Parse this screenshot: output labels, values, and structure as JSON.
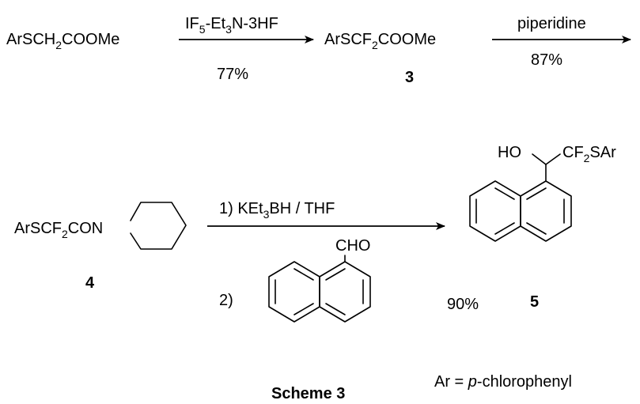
{
  "row1": {
    "start_pre": "ArSCH",
    "start_sub": "2",
    "start_post": "COOMe",
    "reagent_a": "IF",
    "reagent_a_sub": "5",
    "reagent_b": "-Et",
    "reagent_b_sub": "3",
    "reagent_c": "N-3HF",
    "yield1": "77%",
    "product_pre": "ArSCF",
    "product_sub": "2",
    "product_post": "COOMe",
    "product_label": "3",
    "reagent2": "piperidine",
    "yield2": "87%"
  },
  "row2": {
    "compound4_pre": "ArSCF",
    "compound4_sub": "2",
    "compound4_post": "CON",
    "compound4_label": "4",
    "step1_pre": "1) KEt",
    "step1_sub": "3",
    "step1_post": "BH / THF",
    "step2": "2)",
    "cho": "CHO",
    "yield3": "90%",
    "product5_ho": "HO",
    "product5_cf_pre": "CF",
    "product5_cf_sub": "2",
    "product5_cf_post": "SAr",
    "product5_label": "5",
    "ar_def_pre": "Ar = ",
    "ar_def_italic": "p",
    "ar_def_post": "-chlorophenyl"
  },
  "caption": "Scheme 3"
}
